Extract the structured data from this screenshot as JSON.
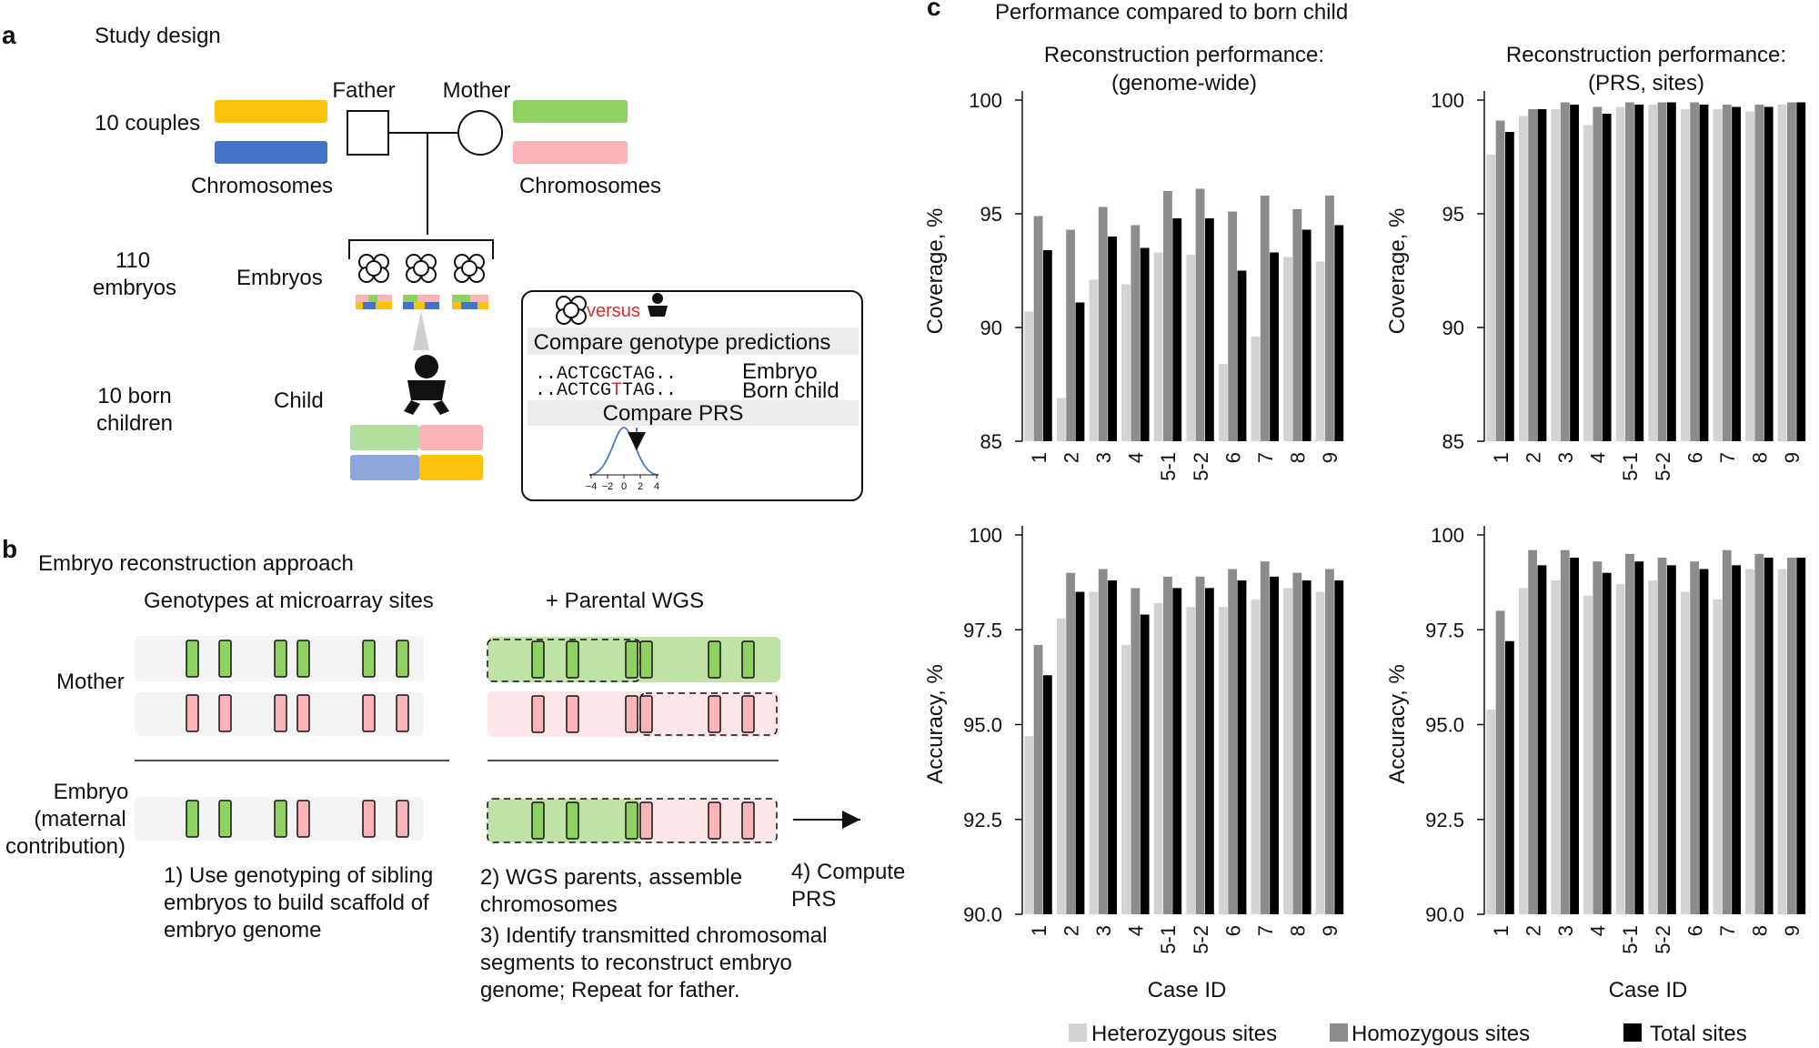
{
  "panels": {
    "a": "a",
    "b": "b",
    "c": "c"
  },
  "colors": {
    "father_chr1": "#fcc30b",
    "father_chr2": "#4472c4",
    "mother_chr1": "#8fd163",
    "mother_chr2": "#fbb4b9",
    "child_top_left": "#b2e0a0",
    "child_top_right": "#fbb4b9",
    "child_bottom_left": "#8ea8dc",
    "child_bottom_right": "#fcc30b",
    "heterozygous": "#d3d3d3",
    "homozygous": "#8c8c8c",
    "total": "#000000",
    "mismatch": "#d32f2f",
    "curve": "#4a78c2"
  },
  "panel_a": {
    "title": "Study design",
    "couples": "10 couples",
    "father": "Father",
    "mother": "Mother",
    "chromosomes_left": "Chromosomes",
    "chromosomes_right": "Chromosomes",
    "embryos_count_1": "110",
    "embryos_count_2": "embryos",
    "embryos_label": "Embryos",
    "children_1": "10 born",
    "children_2": "children",
    "child_label": "Child",
    "inset": {
      "versus": "versus",
      "compare_genotype": "Compare genotype predictions",
      "seq1": "..ACTCGCTAG..",
      "seq2_a": "..ACTCG",
      "seq2_b": "T",
      "seq2_c": "TAG..",
      "embryo": "Embryo",
      "born_child": "Born child",
      "compare_prs": "Compare PRS",
      "axis_ticks": [
        "−4",
        "−2",
        "0",
        "2",
        "4"
      ]
    }
  },
  "panel_b": {
    "title": "Embryo reconstruction approach",
    "col1": "Genotypes at microarray sites",
    "col2": "+ Parental WGS",
    "mother": "Mother",
    "embryo_1": "Embryo",
    "embryo_2": "(maternal",
    "embryo_3": "contribution)",
    "step1": [
      "1) Use genotyping of sibling",
      "embryos to build scaffold of",
      "embryo genome"
    ],
    "step2": [
      "2) WGS parents, assemble",
      "chromosomes"
    ],
    "step3": [
      "3) Identify transmitted chromosomal",
      "segments to reconstruct embryo",
      "genome; Repeat for father."
    ],
    "step4": [
      "4) Compute",
      "PRS"
    ]
  },
  "panel_c": {
    "title": "Performance compared to born child",
    "col1_title": [
      "Reconstruction performance:",
      "(genome-wide)"
    ],
    "col2_title": [
      "Reconstruction performance:",
      "(PRS, sites)"
    ],
    "xlabel": "Case ID",
    "legend": [
      "Heterozygous sites",
      "Homozygous sites",
      "Total sites"
    ]
  },
  "chart_data": [
    {
      "type": "bar",
      "title": "Reconstruction performance: (genome-wide)",
      "xlabel": "",
      "ylabel": "Coverage, %",
      "ylim": [
        85,
        100
      ],
      "yticks": [
        "85",
        "90",
        "95",
        "100"
      ],
      "categories": [
        "1",
        "2",
        "3",
        "4",
        "5-1",
        "5-2",
        "6",
        "7",
        "8",
        "9"
      ],
      "series": [
        {
          "name": "Heterozygous sites",
          "values": [
            90.7,
            86.9,
            92.1,
            91.9,
            93.3,
            93.2,
            88.4,
            89.6,
            93.1,
            92.9
          ]
        },
        {
          "name": "Homozygous sites",
          "values": [
            94.9,
            94.3,
            95.3,
            94.5,
            96.0,
            96.1,
            95.1,
            95.8,
            95.2,
            95.8
          ]
        },
        {
          "name": "Total sites",
          "values": [
            93.4,
            91.1,
            94.0,
            93.5,
            94.8,
            94.8,
            92.5,
            93.3,
            94.3,
            94.5
          ]
        }
      ]
    },
    {
      "type": "bar",
      "title": "Reconstruction performance: (PRS, sites)",
      "xlabel": "",
      "ylabel": "Coverage, %",
      "ylim": [
        85,
        100
      ],
      "yticks": [
        "85",
        "90",
        "95",
        "100"
      ],
      "categories": [
        "1",
        "2",
        "3",
        "4",
        "5-1",
        "5-2",
        "6",
        "7",
        "8",
        "9"
      ],
      "series": [
        {
          "name": "Heterozygous sites",
          "values": [
            97.6,
            99.3,
            99.6,
            98.9,
            99.7,
            99.8,
            99.6,
            99.6,
            99.5,
            99.8
          ]
        },
        {
          "name": "Homozygous sites",
          "values": [
            99.1,
            99.6,
            99.9,
            99.7,
            99.9,
            99.9,
            99.9,
            99.8,
            99.8,
            99.9
          ]
        },
        {
          "name": "Total sites",
          "values": [
            98.6,
            99.6,
            99.8,
            99.4,
            99.8,
            99.9,
            99.8,
            99.7,
            99.7,
            99.9
          ]
        }
      ]
    },
    {
      "type": "bar",
      "title": "",
      "xlabel": "Case ID",
      "ylabel": "Accuracy, %",
      "ylim": [
        90,
        100
      ],
      "yticks": [
        "90.0",
        "92.5",
        "95.0",
        "97.5",
        "100"
      ],
      "categories": [
        "1",
        "2",
        "3",
        "4",
        "5-1",
        "5-2",
        "6",
        "7",
        "8",
        "9"
      ],
      "series": [
        {
          "name": "Heterozygous sites",
          "values": [
            94.7,
            97.8,
            98.5,
            97.1,
            98.2,
            98.1,
            98.1,
            98.3,
            98.6,
            98.5
          ]
        },
        {
          "name": "Homozygous sites",
          "values": [
            97.1,
            99.0,
            99.1,
            98.6,
            98.9,
            98.9,
            99.1,
            99.3,
            99.0,
            99.1
          ]
        },
        {
          "name": "Total sites",
          "values": [
            96.3,
            98.5,
            98.8,
            97.9,
            98.6,
            98.6,
            98.8,
            98.9,
            98.8,
            98.8
          ]
        }
      ]
    },
    {
      "type": "bar",
      "title": "",
      "xlabel": "Case ID",
      "ylabel": "Accuracy, %",
      "ylim": [
        90,
        100
      ],
      "yticks": [
        "90.0",
        "92.5",
        "95.0",
        "97.5",
        "100"
      ],
      "categories": [
        "1",
        "2",
        "3",
        "4",
        "5-1",
        "5-2",
        "6",
        "7",
        "8",
        "9"
      ],
      "series": [
        {
          "name": "Heterozygous sites",
          "values": [
            95.4,
            98.6,
            98.8,
            98.4,
            98.7,
            98.8,
            98.5,
            98.3,
            99.1,
            99.1
          ]
        },
        {
          "name": "Homozygous sites",
          "values": [
            98.0,
            99.6,
            99.6,
            99.3,
            99.5,
            99.4,
            99.3,
            99.6,
            99.5,
            99.4
          ]
        },
        {
          "name": "Total sites",
          "values": [
            97.2,
            99.2,
            99.4,
            99.0,
            99.3,
            99.2,
            99.1,
            99.2,
            99.4,
            99.4
          ]
        }
      ]
    }
  ]
}
